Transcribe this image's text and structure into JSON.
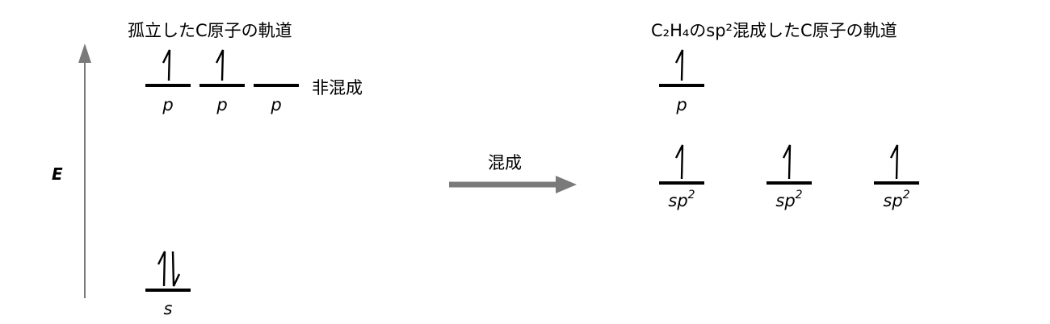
{
  "left_panel": {
    "title": "孤立したC原子の軌道",
    "p_orbitals": [
      {
        "label": "p",
        "electrons": "up"
      },
      {
        "label": "p",
        "electrons": "up"
      },
      {
        "label": "p",
        "electrons": "none"
      }
    ],
    "unhybridized_label": "非混成",
    "s_orbital": {
      "label": "s",
      "electrons": "pair"
    }
  },
  "energy_axis": {
    "label": "E"
  },
  "hybridization_arrow": {
    "label": "混成"
  },
  "right_panel": {
    "title": "C₂H₄のsp²混成したC原子の軌道",
    "p_orbital": {
      "label": "p",
      "electrons": "up"
    },
    "sp2_orbitals": [
      {
        "label_base": "sp",
        "label_sup": "2",
        "electrons": "up"
      },
      {
        "label_base": "sp",
        "label_sup": "2",
        "electrons": "up"
      },
      {
        "label_base": "sp",
        "label_sup": "2",
        "electrons": "up"
      }
    ]
  }
}
